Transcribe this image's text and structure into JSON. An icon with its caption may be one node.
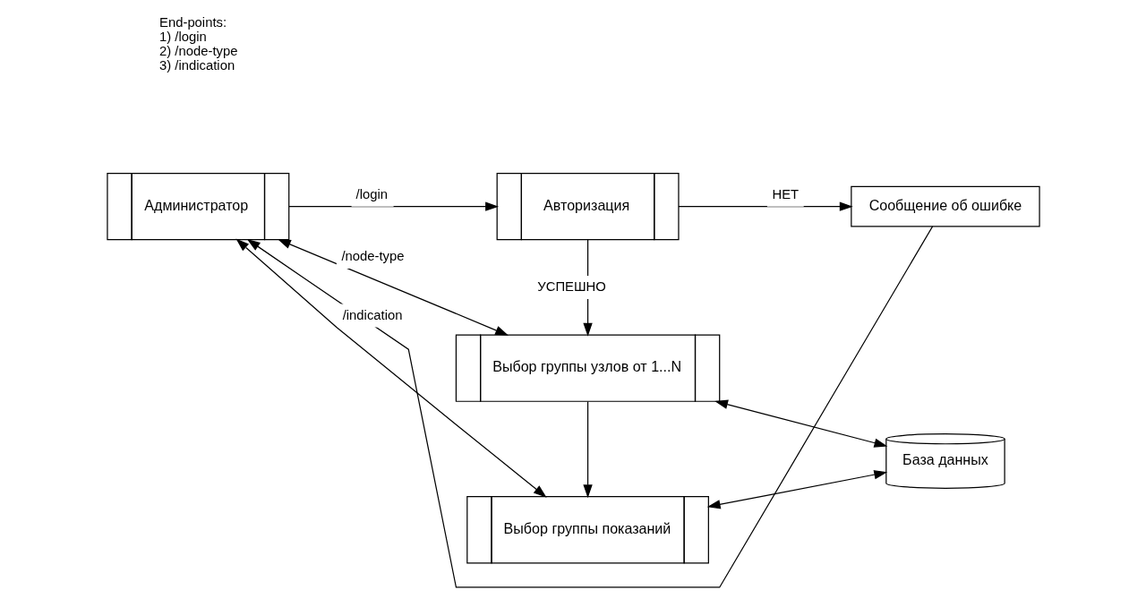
{
  "diagram": {
    "nodes": [
      {
        "text": [
          "Администратор"
        ]
      },
      {
        "text": [
          "Авторизация"
        ]
      },
      {
        "text": [
          "Сообщение об ошибке"
        ]
      },
      {
        "text": [
          "Выбор группы узлов от 1...N"
        ]
      },
      {
        "text": [
          "Выбор группы показаний"
        ]
      },
      {
        "text": [
          "База данных"
        ]
      }
    ],
    "edges": [
      {
        "from": 0,
        "to": 1,
        "arrow": "to",
        "label": "/login"
      },
      {
        "from": 1,
        "to": 2,
        "arrow": "to",
        "label": "НЕТ"
      },
      {
        "from": 2,
        "to": 0,
        "arrow": "to"
      },
      {
        "from": 1,
        "to": 3,
        "arrow": "to",
        "label": "УСПЕШНО"
      },
      {
        "from": 3,
        "to": 0,
        "arrow": "both",
        "label": "/node-type"
      },
      {
        "from": 3,
        "to": 4,
        "arrow": "to"
      },
      {
        "from": 4,
        "to": 0,
        "arrow": "both",
        "label": "/indication"
      },
      {
        "from": 3,
        "to": 5,
        "arrow": "both"
      },
      {
        "from": 4,
        "to": 5,
        "arrow": "both"
      }
    ],
    "labels": [
      "End-points:",
      "1) /login",
      "2) /node-type",
      "3) /indication"
    ]
  }
}
